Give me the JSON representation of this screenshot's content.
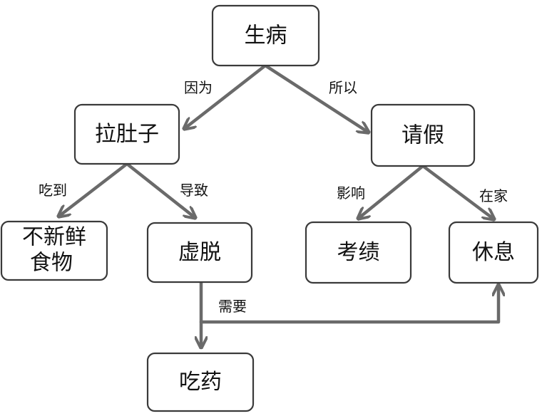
{
  "nodes": {
    "sick": "生病",
    "diarrhea": "拉肚子",
    "leave": "请假",
    "stale_food_line1": "不新鲜",
    "stale_food_line2": "食物",
    "weak": "虚脱",
    "performance": "考绩",
    "rest": "休息",
    "medicine": "吃药"
  },
  "edges": {
    "because": "因为",
    "so": "所以",
    "ate": "吃到",
    "leads_to": "导致",
    "affects": "影响",
    "at_home": "在家",
    "needs": "需要"
  },
  "colors": {
    "arrow": "#6a6a6a",
    "box_border": "#3a3a3a",
    "text": "#111111"
  }
}
